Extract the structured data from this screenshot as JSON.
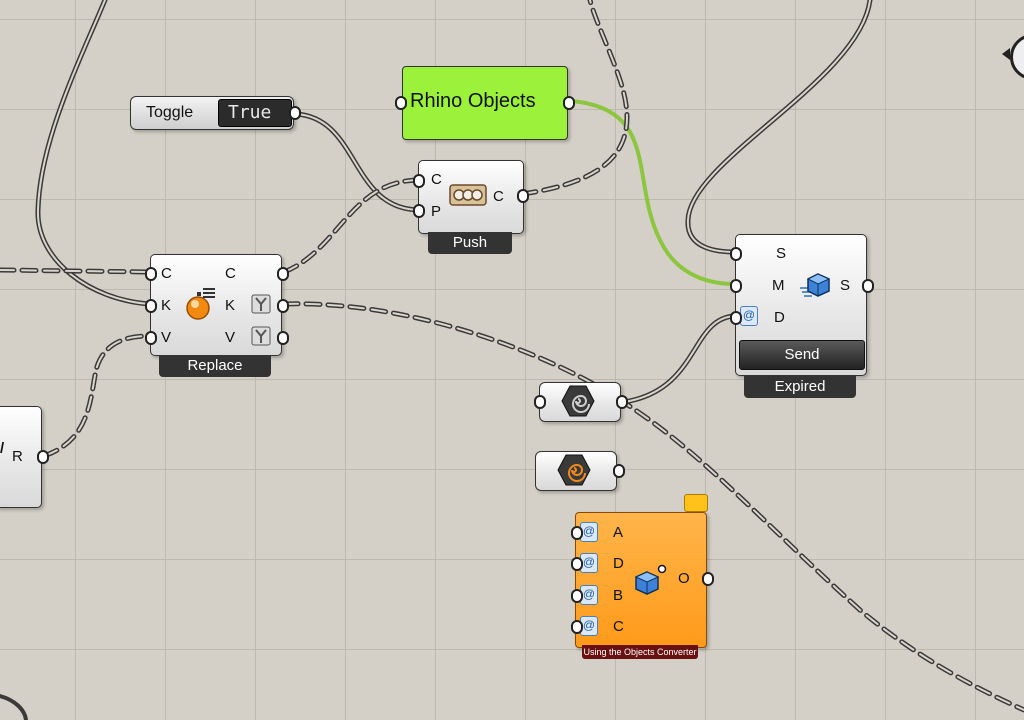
{
  "toggle": {
    "label": "Toggle",
    "value": "True"
  },
  "rhino_objects": {
    "label": "Rhino Objects"
  },
  "push": {
    "inputs": [
      "C",
      "P"
    ],
    "outputs": [
      "C"
    ],
    "title": "Push"
  },
  "replace": {
    "inputs": [
      "C",
      "K",
      "V"
    ],
    "outputs": [
      "C",
      "K",
      "V"
    ],
    "title": "Replace"
  },
  "expired": {
    "inputs": [
      "S",
      "M",
      "D"
    ],
    "outputs": [
      "S"
    ],
    "button_label": "Send",
    "title": "Expired"
  },
  "partial": {
    "outputs": [
      "R"
    ]
  },
  "converter": {
    "inputs": [
      "A",
      "D",
      "B",
      "C"
    ],
    "outputs": [
      "O"
    ],
    "title": "Using the Objects Converter"
  },
  "colors": {
    "canvas": "#d4d0c8",
    "rhino_green": "#9cf23a",
    "converter_orange": "#ffa020",
    "wire_green": "#8cc63f"
  }
}
